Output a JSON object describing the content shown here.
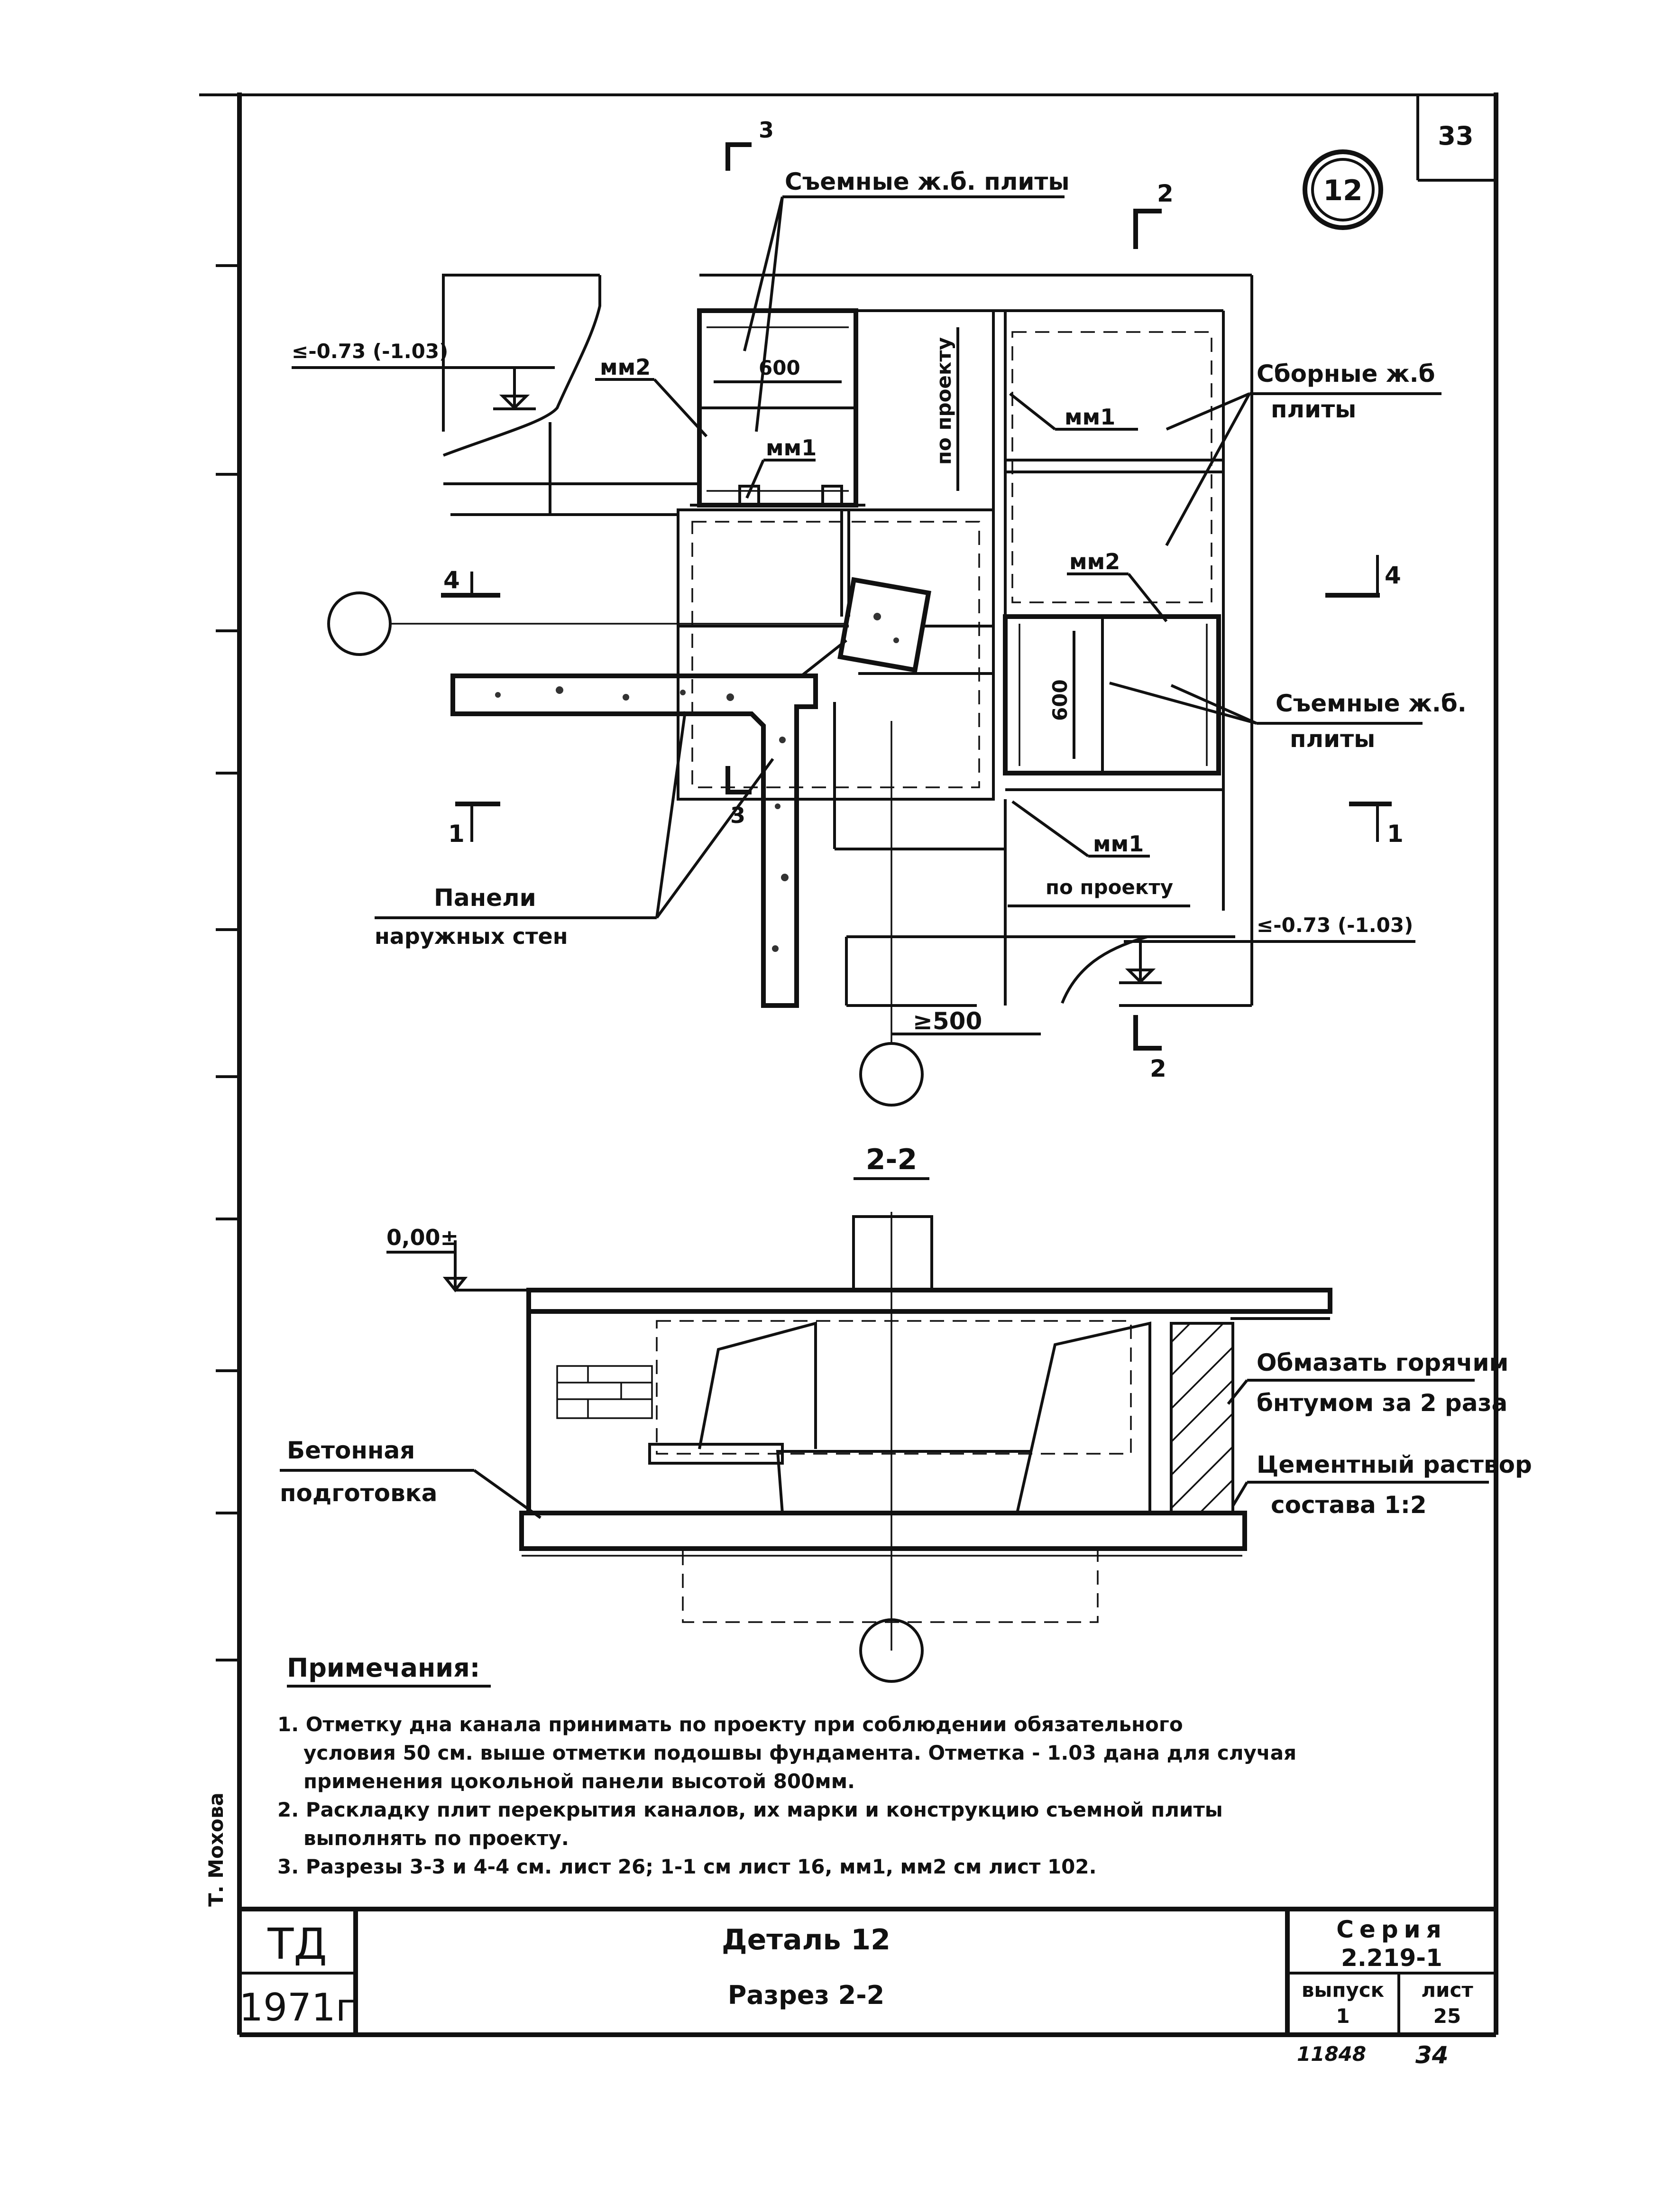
{
  "page_number": "33",
  "detail_mark": "12",
  "plan": {
    "removable_slabs_top": "Съемные ж.б. плиты",
    "precast_slabs": [
      "Сборные ж.б",
      "плиты"
    ],
    "removable_slabs_right": [
      "Съемные ж.б.",
      "плиты"
    ],
    "wall_panels": [
      "Панели",
      "наружных стен"
    ],
    "elevation_left": "≤-0.73 (-1.03)",
    "elevation_right": "≤-0.73 (-1.03)",
    "mm1": "мм1",
    "mm2": "мм2",
    "dim_600": "600",
    "by_project": "по проекту",
    "dim_500": "≥500",
    "cut_3": "3",
    "cut_2": "2",
    "cut_4": "4",
    "cut_1": "1"
  },
  "section": {
    "title": "2-2",
    "level_zero": "0,00±",
    "concrete_prep": [
      "Бетонная",
      "подготовка"
    ],
    "bitumen": [
      "Обмазать горячим",
      "бнтумом за 2 раза"
    ],
    "cement": [
      "Цементный раствор",
      "состава 1:2"
    ]
  },
  "notes": {
    "heading": "Примечания:",
    "lines": [
      "1. Отметку дна канала принимать по проекту при соблюдении обязательного",
      "условия 50 см. выше отметки подошвы фундамента. Отметка - 1.03 дана для случая",
      "применения цокольной панели высотой 800мм.",
      "2. Раскладку плит перекрытия каналов, их марки и конструкцию съемной плиты",
      "выполнять по проекту.",
      "3. Разрезы 3-3 и 4-4 см. лист 26; 1-1 см лист 16, мм1, мм2 см лист 102."
    ]
  },
  "title_block": {
    "org": "ТД",
    "year": "1971г",
    "title1": "Деталь 12",
    "title2": "Разрез 2-2",
    "series_label": "Серия",
    "series": "2.219-1",
    "issue_label": "выпуск",
    "issue": "1",
    "sheet_label": "лист",
    "sheet": "25"
  },
  "footer": {
    "num1": "11848",
    "num2": "34"
  },
  "side_stamp": "Т. Мохова"
}
